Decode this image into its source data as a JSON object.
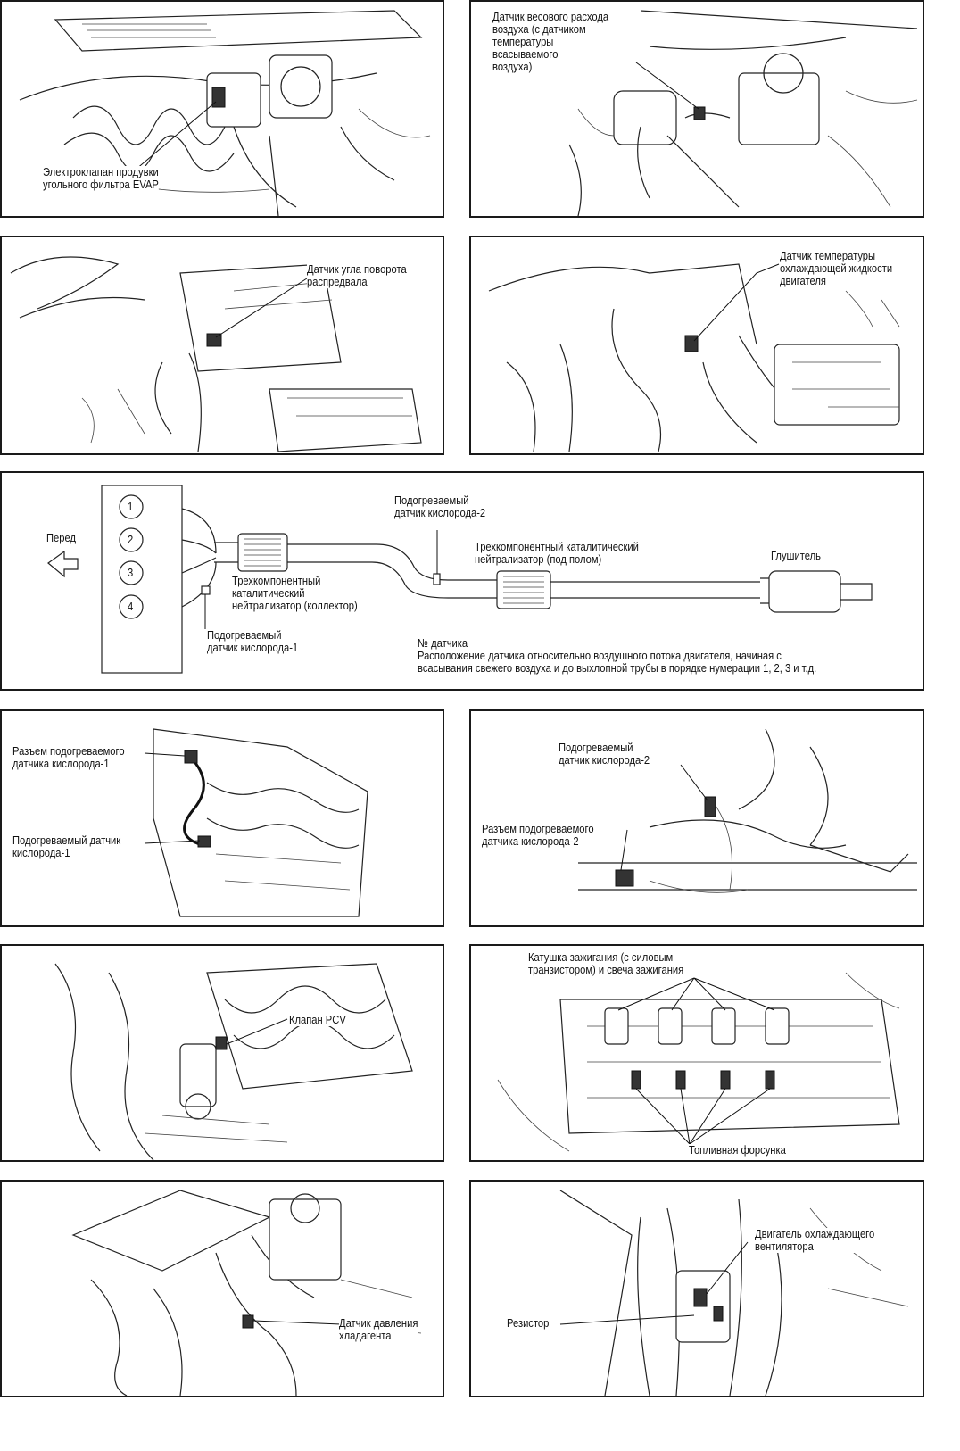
{
  "panels": {
    "evap": {
      "label": "Электроклапан продувки\nугольного фильтра EVAP"
    },
    "maf": {
      "label": "Датчик весового расхода\nвоздуха (с датчиком\nтемпературы\nвсасываемого\nвоздуха)"
    },
    "cam": {
      "label": "Датчик угла поворота\nраспредвала"
    },
    "coolant_temp": {
      "label": "Датчик температуры\nохлаждающей жидкости\nдвигателя"
    },
    "schematic": {
      "front": "Перед",
      "cylinders": [
        "1",
        "2",
        "3",
        "4"
      ],
      "o2_1": "Подогреваемый\nдатчик кислорода-1",
      "cat_manifold": "Трехкомпонентный\nкаталитический\nнейтрализатор (коллектор)",
      "o2_2": "Подогреваемый\nдатчик кислорода-2",
      "cat_floor": "Трехкомпонентный каталитический\nнейтрализатор (под полом)",
      "muffler": "Глушитель",
      "note_title": "№ датчика",
      "note_text": "Расположение датчика относительно воздушного потока двигателя, начиная с\nвсасывания свежего воздуха и до выхлопной трубы в порядке нумерации 1, 2, 3 и т.д."
    },
    "o2_1_panel": {
      "connector": "Разъем подогреваемого\nдатчика кислорода-1",
      "sensor": "Подогреваемый датчик\nкислорода-1"
    },
    "o2_2_panel": {
      "sensor": "Подогреваемый\nдатчик кислорода-2",
      "connector": "Разъем подогреваемого\nдатчика кислорода-2"
    },
    "pcv": {
      "label": "Клапан PCV"
    },
    "ignition": {
      "coil": "Катушка зажигания (с силовым\nтранзистором) и свеча зажигания",
      "injector": "Топливная форсунка"
    },
    "refrigerant": {
      "label": "Датчик давления\nхладагента"
    },
    "fan": {
      "motor": "Двигатель охлаждающего\nвентилятора",
      "resistor": "Резистор"
    }
  }
}
